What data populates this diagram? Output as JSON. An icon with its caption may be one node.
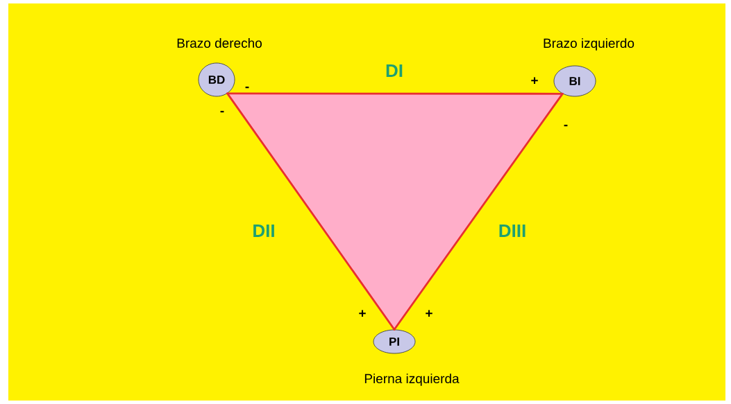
{
  "diagram": {
    "nodes": [
      {
        "text": [
          "BD"
        ],
        "beside": [
          "Brazo derecho"
        ]
      },
      {
        "text": [
          "BI"
        ],
        "beside": [
          "Brazo izquierdo"
        ]
      },
      {
        "text": [
          "PI"
        ],
        "beside": [
          "Pierna izquierda"
        ]
      }
    ],
    "edges": [
      {
        "from": 0,
        "to": 1,
        "arrow": "none",
        "label": "DI"
      },
      {
        "from": 0,
        "to": 2,
        "arrow": "none",
        "label": "DII"
      },
      {
        "from": 1,
        "to": 2,
        "arrow": "none",
        "label": "DIII"
      }
    ],
    "labels": [
      "+",
      "-",
      "-",
      "-",
      "+",
      "+"
    ]
  }
}
